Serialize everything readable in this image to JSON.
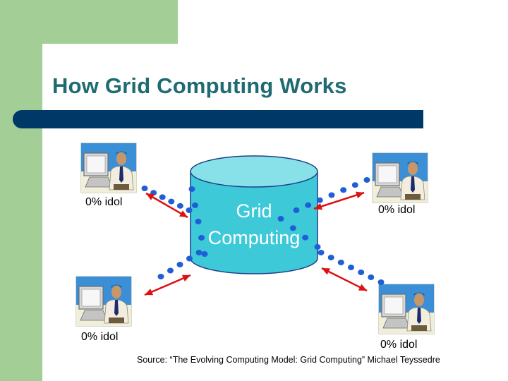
{
  "slide": {
    "title": "How Grid Computing Works",
    "source": "Source: “The Evolving Computing Model: Grid Computing” Michael Teyssedre"
  },
  "center": {
    "line1": "Grid",
    "line2": "Computing"
  },
  "nodes": [
    {
      "id": "top-left",
      "label": "0% idol"
    },
    {
      "id": "top-right",
      "label": "0% idol"
    },
    {
      "id": "bottom-left",
      "label": "0% idol"
    },
    {
      "id": "bottom-right",
      "label": "0% idol"
    }
  ],
  "colors": {
    "accent_green": "#a3cf97",
    "title_teal": "#1f6b72",
    "bar_navy": "#003868",
    "cylinder": "#3ec9d8",
    "cylinder_top": "#88e0e8",
    "dots": "#1f5fd6",
    "arrows": "#dd1111"
  }
}
